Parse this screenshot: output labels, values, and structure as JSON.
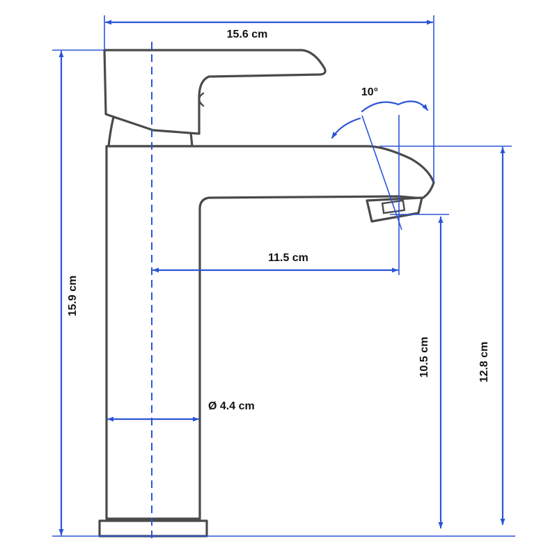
{
  "dimensions": {
    "overall_width": "15.6 cm",
    "overall_height": "15.9 cm",
    "spout_reach": "11.5 cm",
    "body_diameter": "Ø 4.4 cm",
    "outlet_height": "10.5 cm",
    "spout_top_height": "12.8 cm",
    "spout_angle": "10°"
  },
  "colors": {
    "dimension_lines": "#2b55d6",
    "outline": "#4a4a4a",
    "text": "#111111"
  }
}
